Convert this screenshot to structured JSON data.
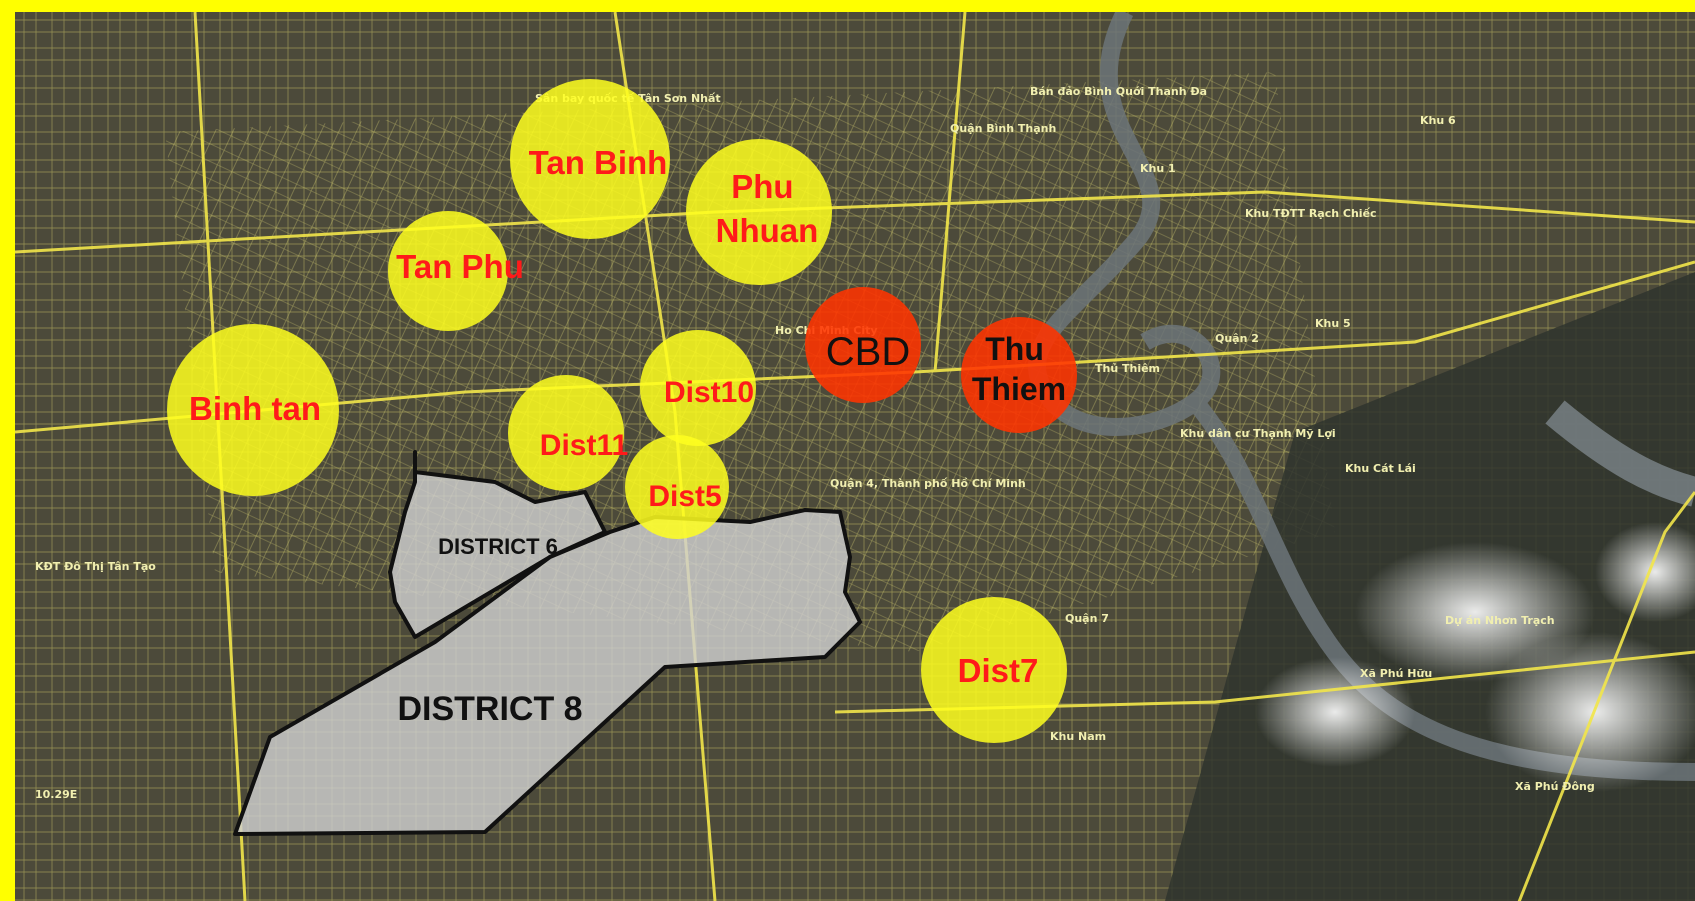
{
  "map": {
    "place_labels": [
      "Sân bay quốc tế Tân Sơn Nhất",
      "Bán đảo Bình Quới Thanh Đa",
      "Quận Bình Thạnh",
      "Khu 1",
      "Khu TĐTT Rạch Chiếc",
      "Ho Chi Minh City",
      "Quận 2",
      "Thủ Thiêm",
      "Khu dân cư Thạnh Mỹ Lợi",
      "Khu Cát Lái",
      "Quận 4, Thành phố Hồ Chí Minh",
      "KĐT Đô Thị Tân Tạo",
      "Quận 7",
      "Khu Nam",
      "Dự án Nhơn Trạch",
      "Xã Phú Hữu",
      "Xã Phú Đông",
      "Khu 5",
      "Khu 6"
    ],
    "district_markers": [
      {
        "label": "Tan Binh",
        "color": "#ffff1e",
        "text_color": "#ff1a1a"
      },
      {
        "label": "Phu Nhuan",
        "color": "#ffff1e",
        "text_color": "#ff1a1a"
      },
      {
        "label": "Tan Phu",
        "color": "#ffff1e",
        "text_color": "#ff1a1a"
      },
      {
        "label": "Binh tan",
        "color": "#ffff1e",
        "text_color": "#ff1a1a"
      },
      {
        "label": "Dist10",
        "color": "#ffff1e",
        "text_color": "#ff1a1a"
      },
      {
        "label": "Dist11",
        "color": "#ffff1e",
        "text_color": "#ff1a1a"
      },
      {
        "label": "Dist5",
        "color": "#ffff1e",
        "text_color": "#ff1a1a"
      },
      {
        "label": "Dist7",
        "color": "#ffff1e",
        "text_color": "#ff1a1a"
      },
      {
        "label": "CBD",
        "color": "#ff3300",
        "text_color": "#111111"
      },
      {
        "label": "Thu Thiem",
        "color": "#ff3300",
        "text_color": "#111111"
      }
    ],
    "regions": [
      {
        "label": "DISTRICT 6",
        "color": "#cfcfcf"
      },
      {
        "label": "DISTRICT 8",
        "color": "#cfcfcf"
      }
    ],
    "corner_label": "10.29E"
  }
}
